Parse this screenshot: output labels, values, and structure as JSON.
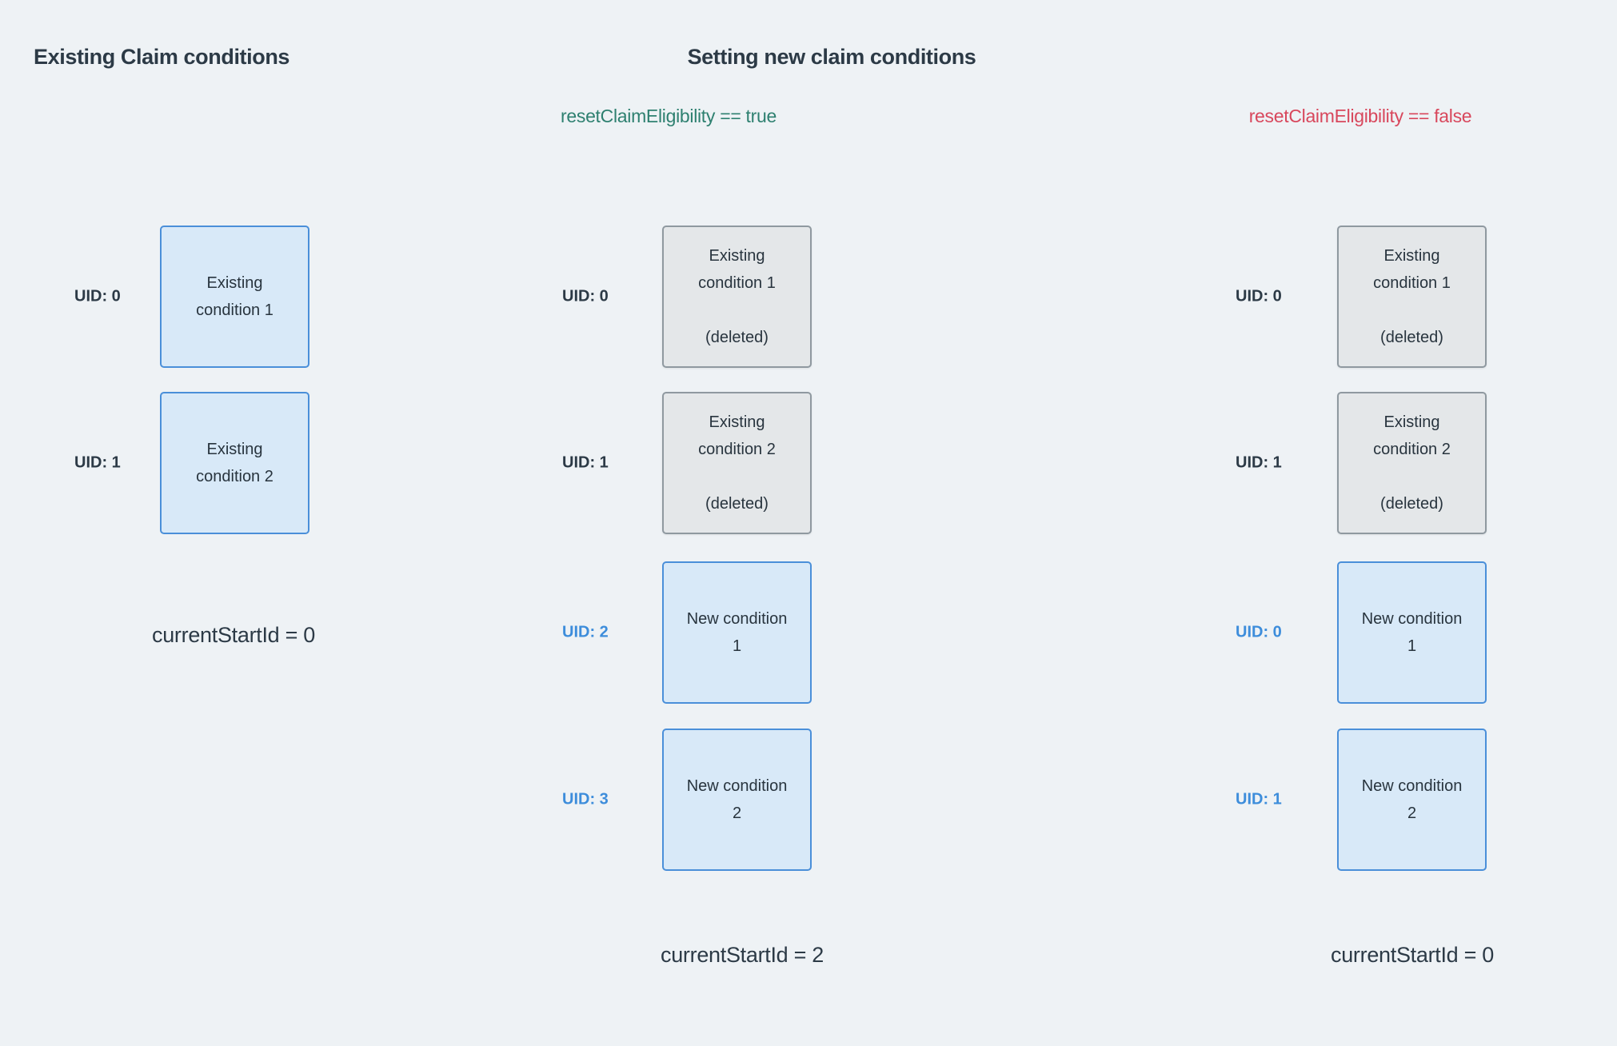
{
  "headings": {
    "left": "Existing Claim conditions",
    "middle": "Setting new claim conditions"
  },
  "scenarios": {
    "reset_true": "resetClaimEligibility == true",
    "reset_false": "resetClaimEligibility == false"
  },
  "columns": {
    "left": {
      "rows": [
        {
          "uid": "UID: 0",
          "line1": "Existing",
          "line2": "condition 1"
        },
        {
          "uid": "UID: 1",
          "line1": "Existing",
          "line2": "condition 2"
        }
      ],
      "footer": "currentStartId = 0"
    },
    "middle": {
      "rows": [
        {
          "uid": "UID: 0",
          "line1": "Existing",
          "line2": "condition 1",
          "deleted": "(deleted)"
        },
        {
          "uid": "UID: 1",
          "line1": "Existing",
          "line2": "condition 2",
          "deleted": "(deleted)"
        },
        {
          "uid": "UID: 2",
          "line1": "New condition",
          "line2": "1"
        },
        {
          "uid": "UID: 3",
          "line1": "New condition",
          "line2": "2"
        }
      ],
      "footer": "currentStartId = 2"
    },
    "right": {
      "rows": [
        {
          "uid": "UID: 0",
          "line1": "Existing",
          "line2": "condition 1",
          "deleted": "(deleted)"
        },
        {
          "uid": "UID: 1",
          "line1": "Existing",
          "line2": "condition 2",
          "deleted": "(deleted)"
        },
        {
          "uid": "UID: 0",
          "line1": "New condition",
          "line2": "1"
        },
        {
          "uid": "UID: 1",
          "line1": "New condition",
          "line2": "2"
        }
      ],
      "footer": "currentStartId = 0"
    }
  },
  "colors": {
    "background": "#EEF2F5",
    "heading_text": "#2C3A46",
    "true_green": "#2E8070",
    "false_red": "#D8475C",
    "uid_new_blue": "#3D8DDB",
    "box_blue_fill": "#D8E9F8",
    "box_blue_border": "#4A8FD9",
    "box_gray_fill": "#E4E7E9",
    "box_gray_border": "#8F99A0"
  }
}
